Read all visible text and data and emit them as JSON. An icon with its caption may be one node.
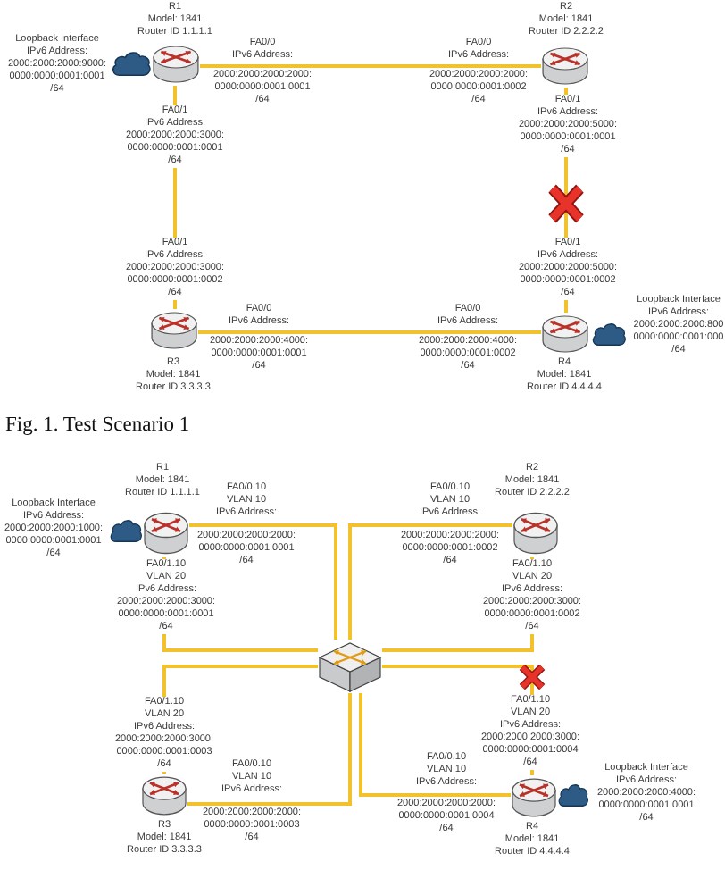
{
  "diagram": {
    "caption": "Fig. 1. Test Scenario 1",
    "nodes": [
      {
        "text": [],
        "shape": "picture",
        "beside": [
          "R1",
          "Model: 1841",
          "Router ID 1.1.1.1"
        ]
      },
      {
        "text": [],
        "shape": "picture",
        "beside": [
          "R2",
          "Model: 1841",
          "Router ID 2.2.2.2"
        ]
      },
      {
        "text": [],
        "shape": "picture",
        "beside": [
          "R3",
          "Model: 1841",
          "Router ID 3.3.3.3"
        ]
      },
      {
        "text": [],
        "shape": "picture",
        "beside": [
          "R4",
          "Model: 1841",
          "Router ID 4.4.4.4"
        ]
      },
      {
        "text": [],
        "shape": "picture",
        "beside": [
          "R1",
          "Model: 1841",
          "Router ID 1.1.1.1"
        ]
      },
      {
        "text": [],
        "shape": "picture",
        "beside": [
          "R2",
          "Model: 1841",
          "Router ID 2.2.2.2"
        ]
      },
      {
        "text": [],
        "shape": "picture"
      },
      {
        "text": [],
        "shape": "picture",
        "beside": [
          "R3",
          "Model: 1841",
          "Router ID 3.3.3.3"
        ]
      },
      {
        "text": [],
        "shape": "picture",
        "beside": [
          "R4",
          "Model: 1841",
          "Router ID 4.4.4.4"
        ]
      }
    ],
    "edges": [
      {
        "from": 0,
        "to": 1,
        "arrow": "none"
      },
      {
        "from": 0,
        "to": 2,
        "arrow": "none"
      },
      {
        "from": 1,
        "to": 3,
        "arrow": "none"
      },
      {
        "from": 2,
        "to": 3,
        "arrow": "none"
      },
      {
        "from": 4,
        "to": 6,
        "arrow": "none"
      },
      {
        "from": 4,
        "to": 6,
        "arrow": "none"
      },
      {
        "from": 5,
        "to": 6,
        "arrow": "none"
      },
      {
        "from": 5,
        "to": 6,
        "arrow": "none"
      },
      {
        "from": 7,
        "to": 6,
        "arrow": "none"
      },
      {
        "from": 7,
        "to": 6,
        "arrow": "none"
      },
      {
        "from": 8,
        "to": 6,
        "arrow": "none"
      },
      {
        "from": 8,
        "to": 6,
        "arrow": "none"
      }
    ],
    "labels": [
      "Loopback Interface",
      "IPv6 Address:",
      "2000:2000:2000:9000: 0000:0000:0001:0001 /64",
      "FA0/0",
      "IPv6 Address:",
      "2000:2000:2000:2000: 0000:0000:0001:0001 /64",
      "FA0/0",
      "IPv6 Address:",
      "2000:2000:2000:2000: 0000:0000:0001:0002 /64",
      "FA0/1",
      "IPv6 Address:",
      "2000:2000:2000:5000: 0000:0000:0001:0001 /64",
      "FA0/1",
      "IPv6 Address:",
      "2000:2000:2000:3000: 0000:0000:0001:0001 /64",
      "FA0/1",
      "IPv6 Address:",
      "2000:2000:2000:3000: 0000:0000:0001:0002 /64",
      "FA0/1",
      "IPv6 Address:",
      "2000:2000:2000:5000: 0000:0000:0001:0002 /64",
      "Loopback Interface",
      "IPv6 Address:",
      "2000:2000:2000:800 0000:0000:0001:000 /64",
      "FA0/0",
      "IPv6 Address:",
      "2000:2000:2000:4000: 0000:0000:0001:0001 /64",
      "FA0/0",
      "IPv6 Address:",
      "2000:2000:2000:4000: 0000:0000:0001:0002 /64",
      "Loopback Interface",
      "IPv6 Address:",
      "2000:2000:2000:1000: 0000:0000:0001:0001 /64",
      "FA0/0.10",
      "VLAN 10",
      "IPv6 Address:",
      "2000:2000:2000:2000: 0000:0000:0001:0001 /64",
      "FA0/0.10",
      "VLAN 10",
      "IPv6 Address:",
      "2000:2000:2000:2000: 0000:0000:0001:0002 /64",
      "FA0/1.10",
      "VLAN 20",
      "IPv6 Address:",
      "2000:2000:2000:3000: 0000:0000:0001:0001 /64",
      "FA0/1.10",
      "VLAN 20",
      "IPv6 Address:",
      "2000:2000:2000:3000: 0000:0000:0001:0002 /64",
      "FA0/1.10",
      "VLAN 20",
      "IPv6 Address:",
      "2000:2000:2000:3000: 0000:0000:0001:0003 /64",
      "FA0/1.10",
      "VLAN 20",
      "IPv6 Address:",
      "2000:2000:2000:3000: 0000:0000:0001:0004 /64",
      "FA0/0.10",
      "VLAN 10",
      "IPv6 Address:",
      "2000:2000:2000:2000: 0000:0000:0001:0003 /64",
      "FA0/0.10",
      "VLAN 10",
      "IPv6 Address:",
      "2000:2000:2000:2000: 0000:0000:0001:0004 /64",
      "Loopback Interface",
      "IPv6 Address:",
      "2000:2000:2000:4000: 0000:0000:0001:0001 /64"
    ]
  }
}
